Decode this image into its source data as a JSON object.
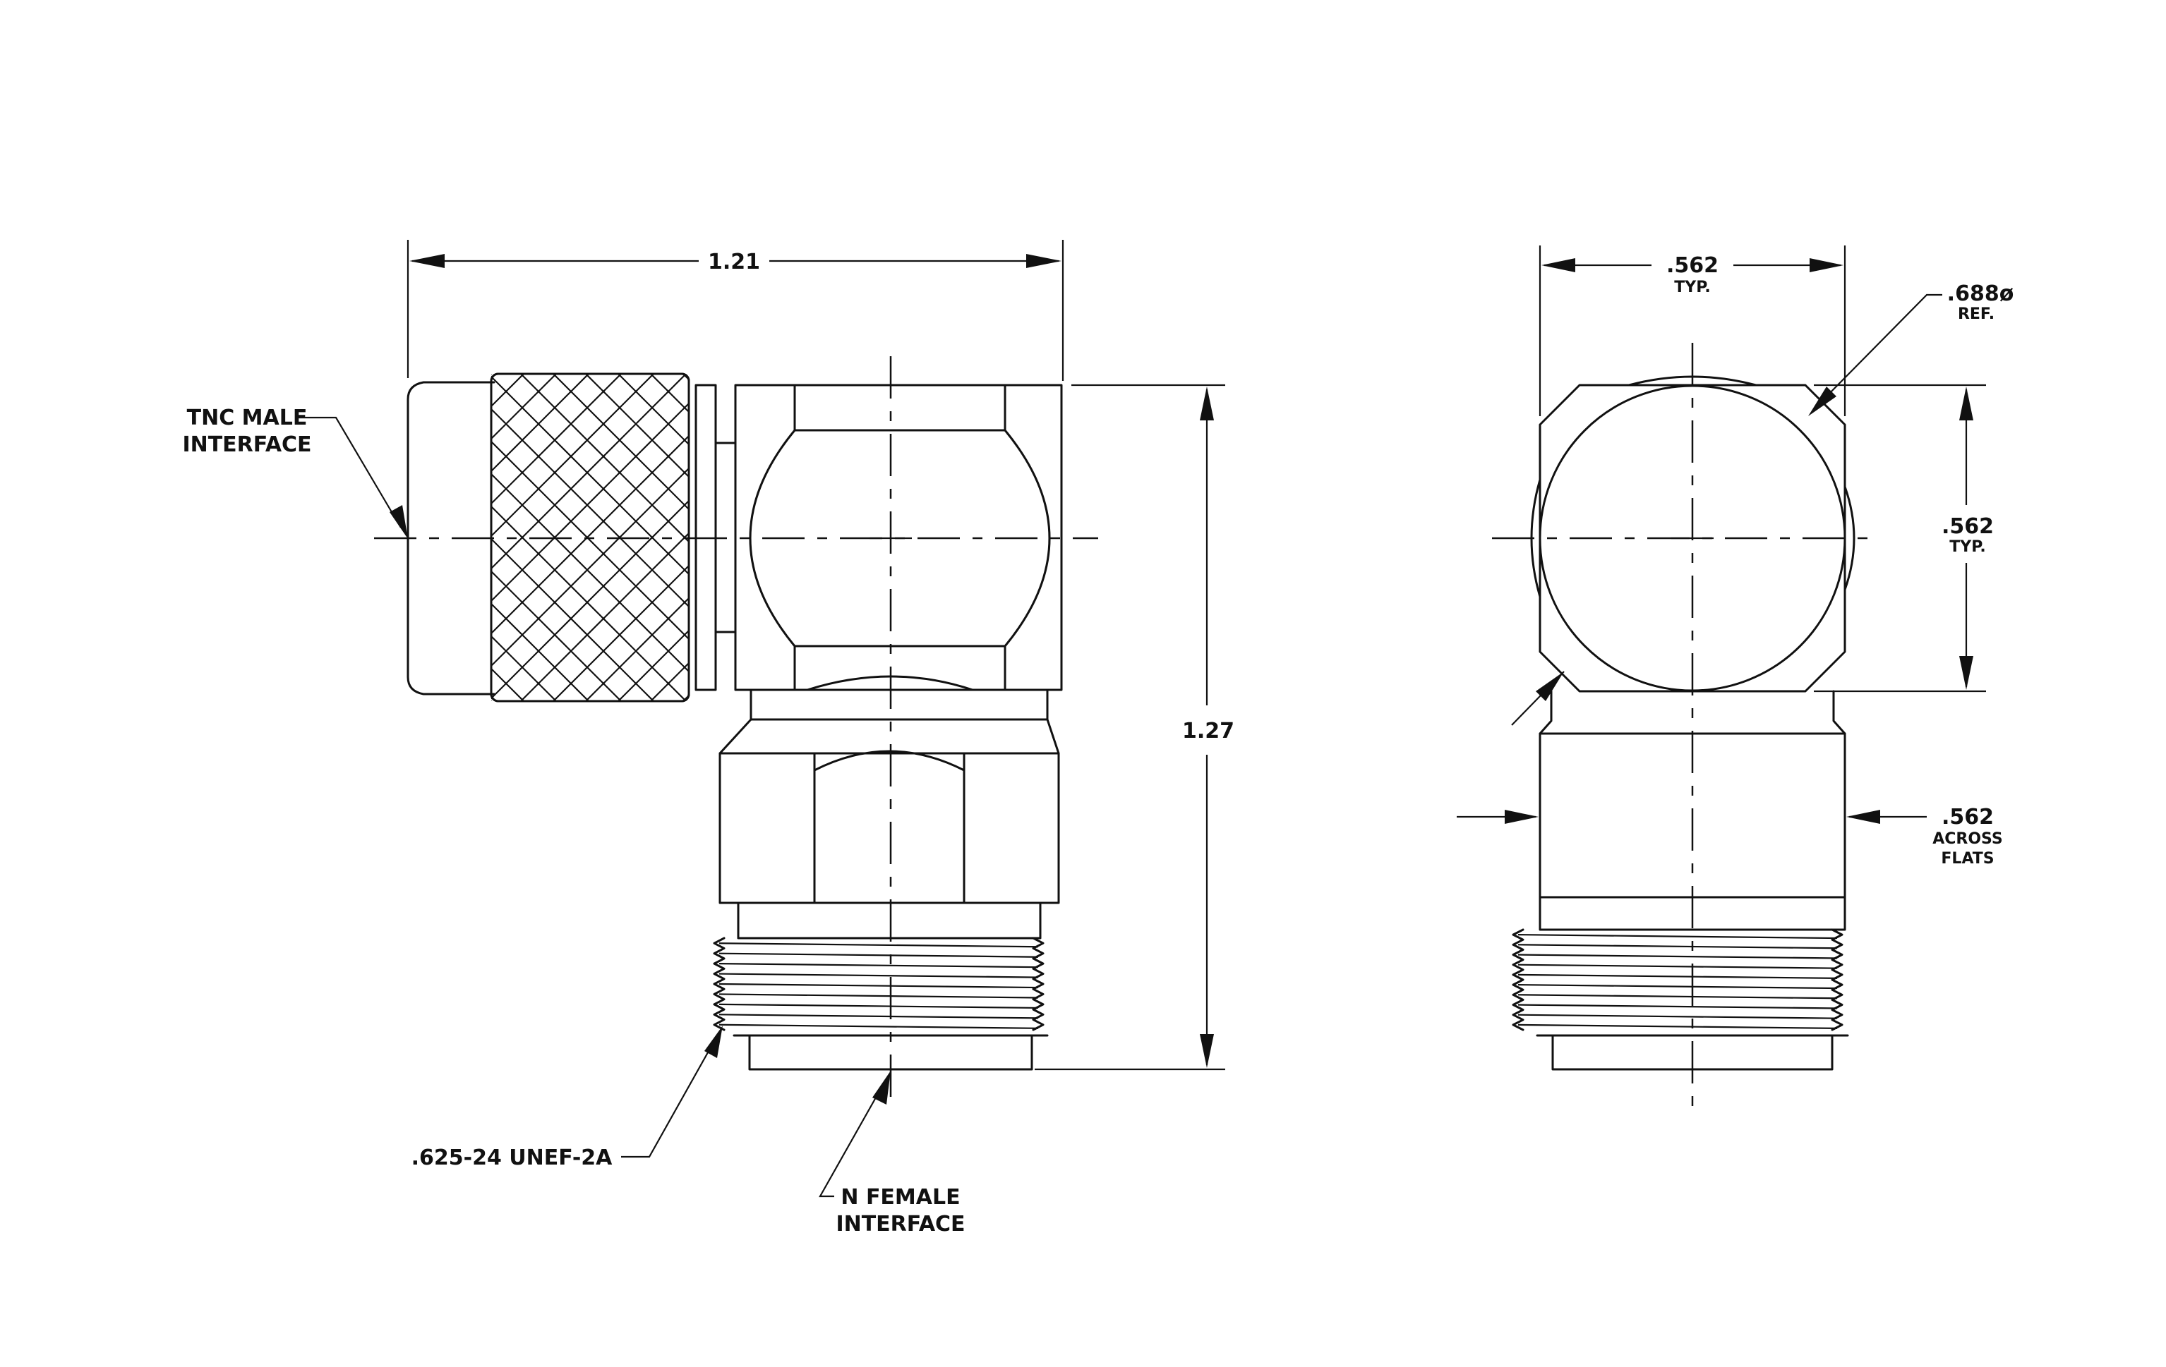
{
  "labels": {
    "tnc_line1": "TNC MALE",
    "tnc_line2": "INTERFACE",
    "thread": ".625-24 UNEF-2A",
    "n_line1": "N FEMALE",
    "n_line2": "INTERFACE"
  },
  "dims": {
    "overall_length": "1.21",
    "overall_height": "1.27",
    "body_width": ".562",
    "body_width_note": "TYP.",
    "diameter": ".688ø",
    "diameter_note": "REF.",
    "body_height": ".562",
    "body_height_note": "TYP.",
    "hex_flats": ".562",
    "hex_note1": "ACROSS",
    "hex_note2": "FLATS"
  }
}
